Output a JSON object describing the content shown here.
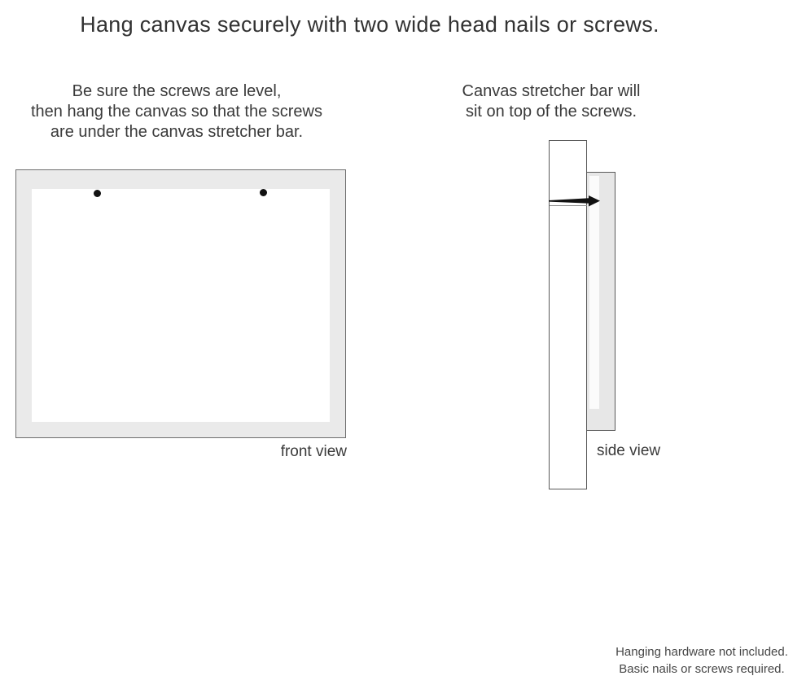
{
  "title": "Hang canvas securely with two wide head nails or screws.",
  "instructions": {
    "front": {
      "line1": "Be sure the screws are level,",
      "line2": "then hang the canvas so that the screws",
      "line3": "are under the canvas stretcher bar."
    },
    "side": {
      "line1": "Canvas stretcher bar will",
      "line2": "sit on top of the screws."
    }
  },
  "front_view": {
    "label": "front view",
    "screw_icon": "screw-head-dot",
    "screw_count": 2
  },
  "side_view": {
    "label": "side view",
    "nail_icon": "wide-head-nail"
  },
  "footnote": {
    "line1": "Hanging hardware not included.",
    "line2": "Basic nails or screws required."
  },
  "colors": {
    "background": "#ffffff",
    "text": "#3a3a3a",
    "frame_fill": "#eaeaea",
    "frame_border": "#6e6e6e",
    "side_border": "#5a5a5a",
    "canvas_face": "#ffffff",
    "stretcher_strip": "#fbfbfb",
    "nail": "#111111"
  }
}
